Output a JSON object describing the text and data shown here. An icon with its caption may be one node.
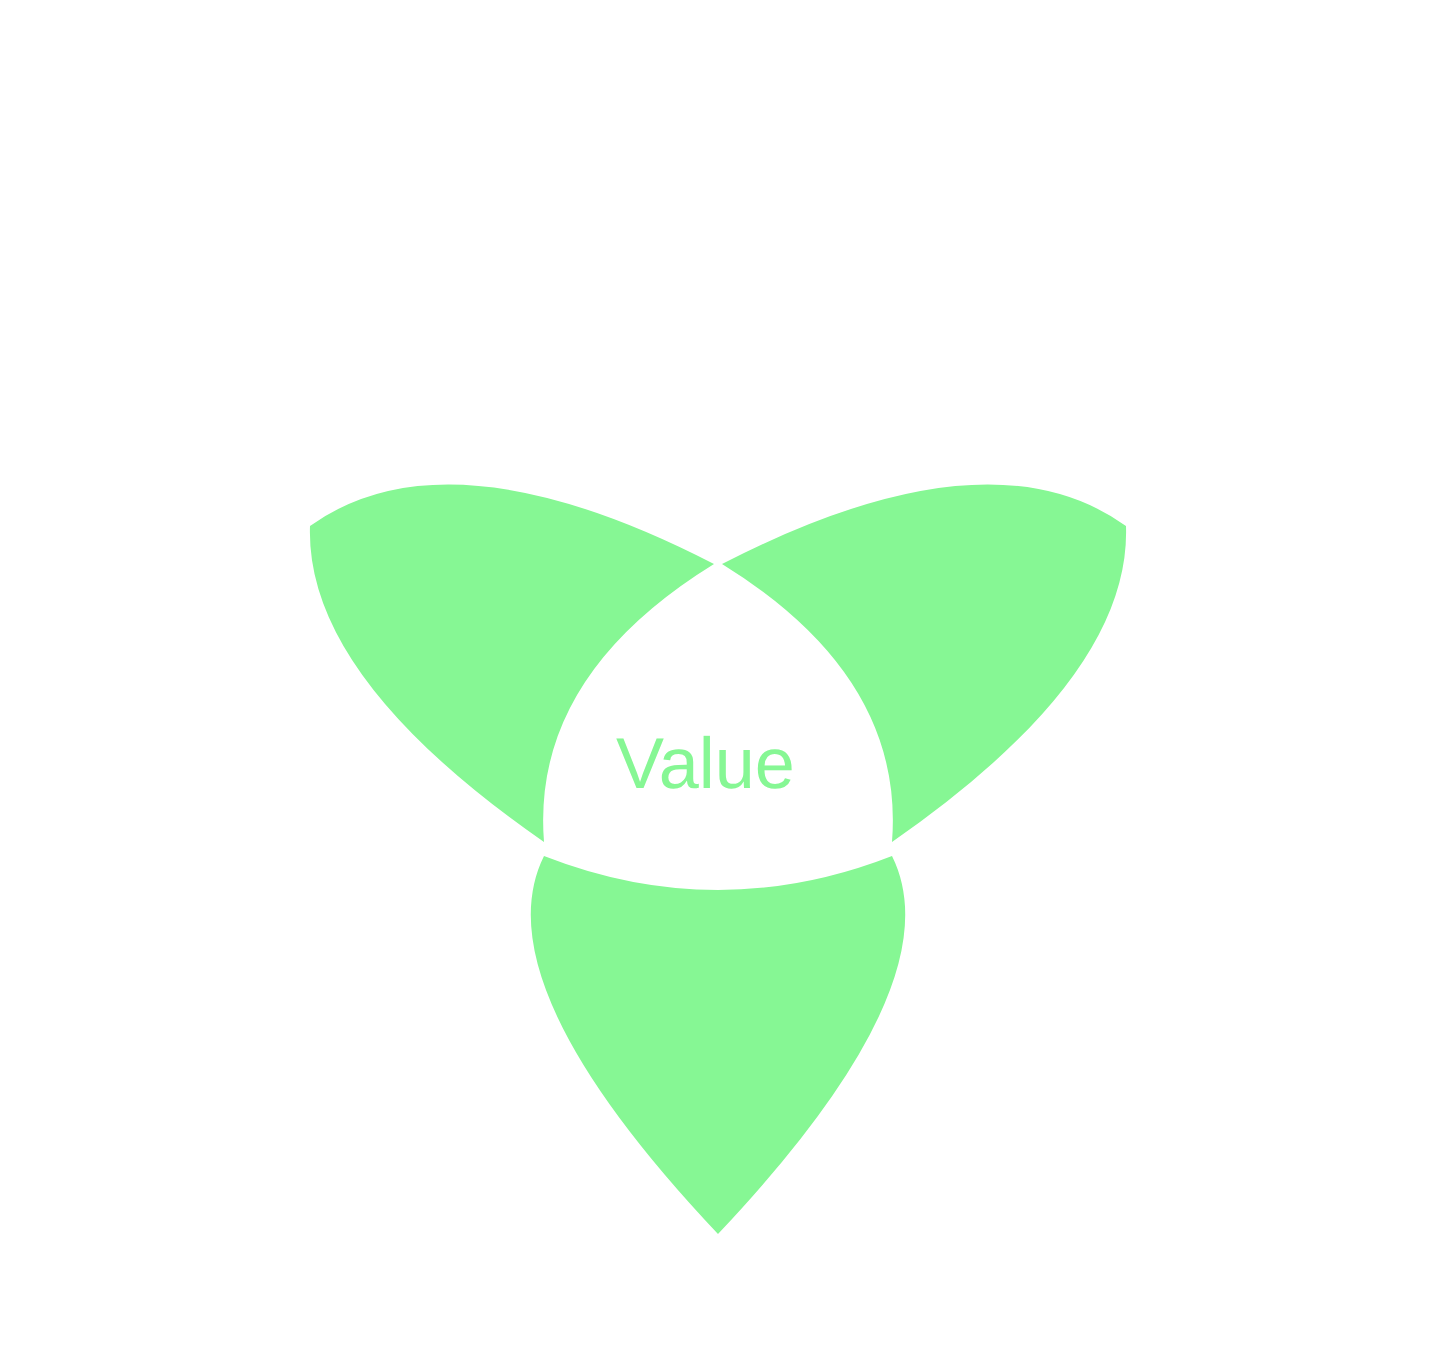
{
  "diagram": {
    "nodes": [
      {
        "text": [],
        "shape": "leaf"
      },
      {
        "text": [],
        "shape": "leaf"
      },
      {
        "text": [
          "Value"
        ]
      },
      {
        "text": [],
        "shape": "leaf"
      }
    ]
  }
}
